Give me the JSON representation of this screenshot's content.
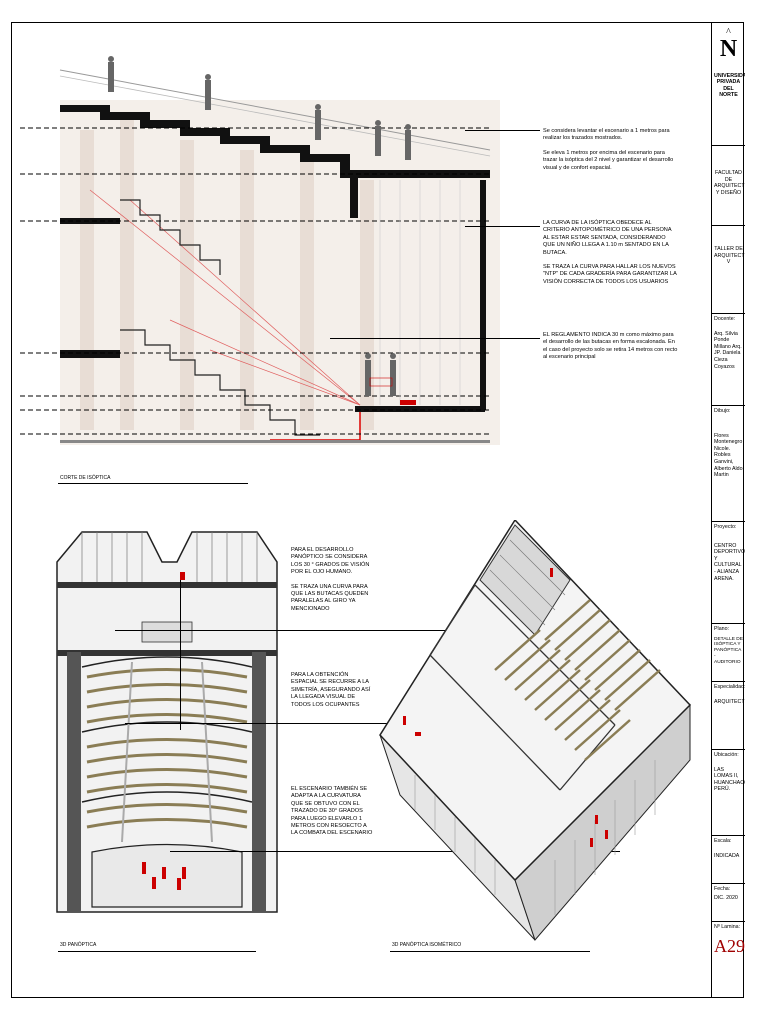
{
  "logo": {
    "symbol": "N",
    "institution": "UNIVERSIDAD PRIVADA DEL NORTE"
  },
  "title_block": {
    "faculty": "FACULTAD DE ARQUITECTURA Y DISEÑO",
    "course": "TALLER DE ARQUITECTURA V",
    "docente_label": "Docente:",
    "docente_value": "Arq. Silvia Ponde Millano Arq. JP. Daniela Cieza Coyazos",
    "dibujo_label": "Dibujo:",
    "dibujo_value": "Flores Montenegro Nicole. Robles Ganvini, Alberto Aldo Martin",
    "proyecto_label": "Proyecto:",
    "proyecto_value": "CENTRO DEPORTIVO Y CULTURAL - ALIANZA ARENA.",
    "plano_label": "Plano:",
    "plano_value": "DETALLE DE ISÓPTICA Y PANÓPTICA - AUDITORIO",
    "especialidad_label": "Especialidad:",
    "especialidad_value": "ARQUITECTURA.",
    "ubicacion_label": "Ubicación:",
    "ubicacion_value": "LAS LOMAS II, HUANCHACO PERÚ.",
    "escala_label": "Escala:",
    "escala_value": "INDICADA",
    "fecha_label": "Fecha:",
    "fecha_value": "DIC. 2020",
    "lamina_label": "Nº Lamina:",
    "lamina_value": "A29",
    "accent_color": "#a00000"
  },
  "notes_section": {
    "n1": "Se considera levantar el escenario a 1 metros para realizar los trazados mostrados.",
    "n2": "Se eleva 1 metros por encima del escenario para trazar la isóptica del 2 nivel y garantizar el desarrollo visual y de confort espacial.",
    "n3": "LA CURVA DE LA ISÓPTICA OBEDECE AL CRITERIO ANTOPOMÉTRICO DE UNA PERSONA AL ESTAR ESTAR SENTADA, CONSIDERANDO QUE UN NIÑO LLEGA A 1.10 m SENTADO EN LA BUTACA.",
    "n4": "SE TRAZA LA CURVA PARA HALLAR LOS NUEVOS \"NTP\" DE CADA GRADERÍA PARA GARANTIZAR LA VISIÓN CORRECTA DE TODOS LOS USUARIOS",
    "n5": "EL REGLAMENTO INDICA 30 m como máximo para el desarrollo de las butacas en forma escalonada. En el caso del proyecto solo se retira 14 metros con recto al escenario principal"
  },
  "notes_panoptic": {
    "p1": "PARA EL DESARROLLO PANÓPTICO SE CONSIDERA LOS 30 ° GRADOS DE VISIÓN POR EL OJO HUMANO.",
    "p2": "SE TRAZA UNA CURVA PARA QUE LAS BUTACAS QUEDEN PARALELAS AL GIRO YA MENCIONADO",
    "p3": "PARA LA OBTENCIÓN ESPACIAL SE RECURRE A LA SIMETRÍA, ASEGURANDO ASÍ LA LLEGADA VISUAL DE TODOS LOS OCUPANTES",
    "p4": "EL ESCENARIO TAMBIÉN SE ADAPTA A LA CURVATURA QUE SE OBTUVO CON EL TRAZADO DE 30° GRADOS PARA LUEGO ELEVARLO 1 METROS CON RESOECTO A LA COMBATA DEL ESCENARIO"
  },
  "captions": {
    "section": "CORTE DE ISÓPTICA",
    "panoptic": "3D PANÓPTICA",
    "isometric": "3D PANÓPTICA ISOMÉTRICO"
  }
}
